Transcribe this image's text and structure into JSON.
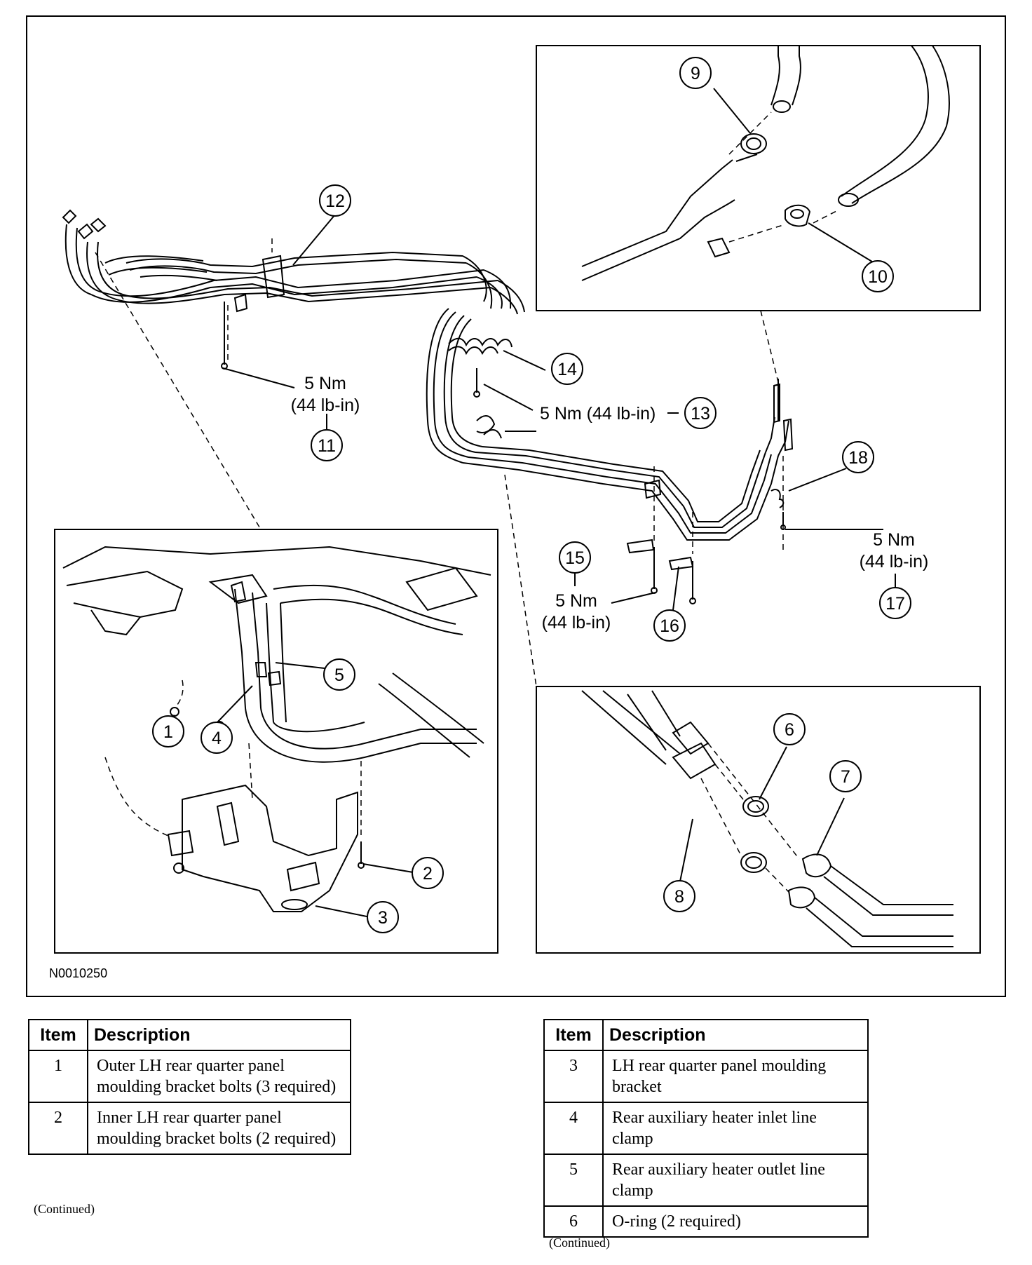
{
  "figure": {
    "id": "N0010250",
    "callouts": [
      "1",
      "2",
      "3",
      "4",
      "5",
      "6",
      "7",
      "8",
      "9",
      "10",
      "11",
      "12",
      "13",
      "14",
      "15",
      "16",
      "17",
      "18"
    ],
    "torque": {
      "t11_nm": "5 Nm",
      "t11_lbin": "(44 lb-in)",
      "t13": "5 Nm (44 lb-in)",
      "t15_nm": "5 Nm",
      "t15_lbin": "(44 lb-in)",
      "t17_nm": "5 Nm",
      "t17_lbin": "(44 lb-in)"
    }
  },
  "tables": {
    "headers": {
      "item": "Item",
      "description": "Description"
    },
    "left": [
      {
        "item": "1",
        "description": "Outer LH rear quarter panel moulding bracket bolts (3 required)"
      },
      {
        "item": "2",
        "description": "Inner LH rear quarter panel moulding bracket bolts (2 required)"
      }
    ],
    "right": [
      {
        "item": "3",
        "description": "LH rear quarter panel moulding bracket"
      },
      {
        "item": "4",
        "description": "Rear auxiliary heater inlet line clamp"
      },
      {
        "item": "5",
        "description": "Rear auxiliary heater outlet line clamp"
      },
      {
        "item": "6",
        "description": "O-ring (2 required)"
      }
    ],
    "continued": "(Continued)"
  }
}
